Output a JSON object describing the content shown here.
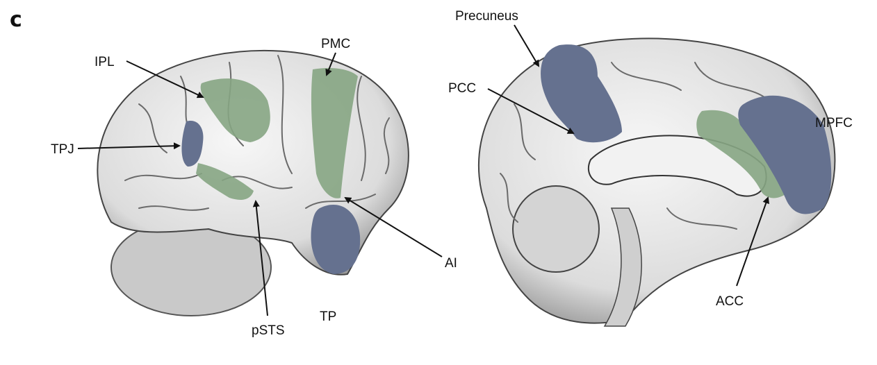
{
  "figure": {
    "panel_label": "c",
    "colors": {
      "green_region": "#86a583",
      "blue_region": "#65718f"
    },
    "lateral_view": {
      "labels": {
        "ipl": "IPL",
        "pmc": "PMC",
        "tpj": "TPJ",
        "psts": "pSTS",
        "tp": "TP",
        "ai": "AI"
      }
    },
    "medial_view": {
      "labels": {
        "precuneus": "Precuneus",
        "pcc": "PCC",
        "mpfc": "MPFC",
        "acc": "ACC"
      }
    }
  }
}
